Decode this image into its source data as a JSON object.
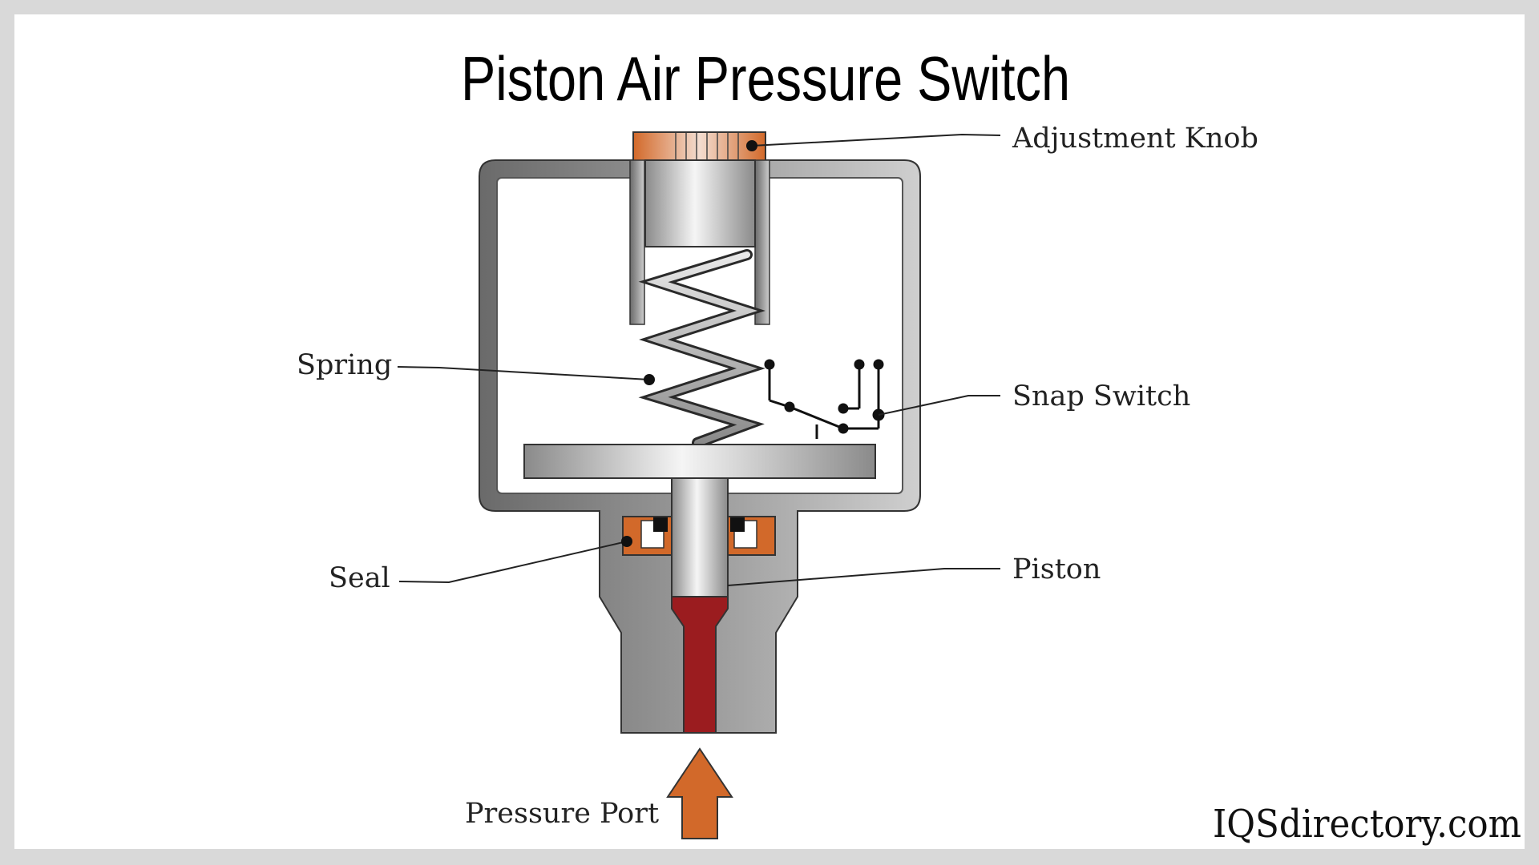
{
  "title": "Piston Air Pressure Switch",
  "labels": {
    "adjustment_knob": "Adjustment Knob",
    "spring": "Spring",
    "snap_switch": "Snap Switch",
    "seal": "Seal",
    "piston": "Piston",
    "pressure_port": "Pressure Port"
  },
  "brand": "IQSdirectory.com",
  "colors": {
    "housing_dark": "#6b6b6b",
    "housing_light": "#c8c8c8",
    "knob": "#d2692a",
    "seal": "#d2692a",
    "pressure_channel": "#9b1c1f",
    "arrow": "#d2692a"
  }
}
